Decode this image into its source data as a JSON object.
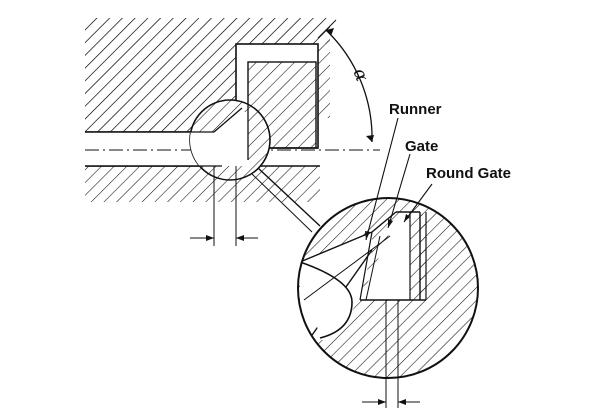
{
  "labels": {
    "runner": "Runner",
    "gate": "Gate",
    "round_gate": "Round Gate",
    "angle_symbol": "α"
  },
  "colors": {
    "ink": "#111111",
    "background": "#ffffff"
  }
}
